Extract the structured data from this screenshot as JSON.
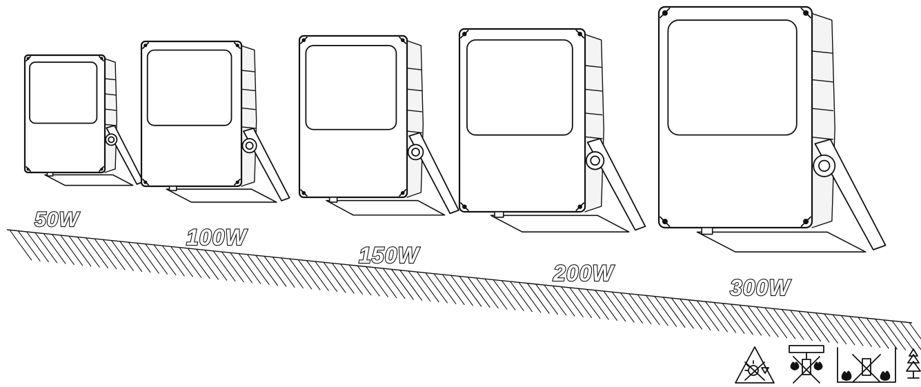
{
  "lamps": [
    {
      "label": "50W"
    },
    {
      "label": "100W"
    },
    {
      "label": "150W"
    },
    {
      "label": "200W"
    },
    {
      "label": "300W"
    }
  ],
  "icons": [
    {
      "name": "no-direct-light-warning-icon"
    },
    {
      "name": "no-flammable-ceiling-mount-icon"
    },
    {
      "name": "no-flammable-surface-mount-icon"
    },
    {
      "name": "tree-symbol-icon"
    }
  ]
}
